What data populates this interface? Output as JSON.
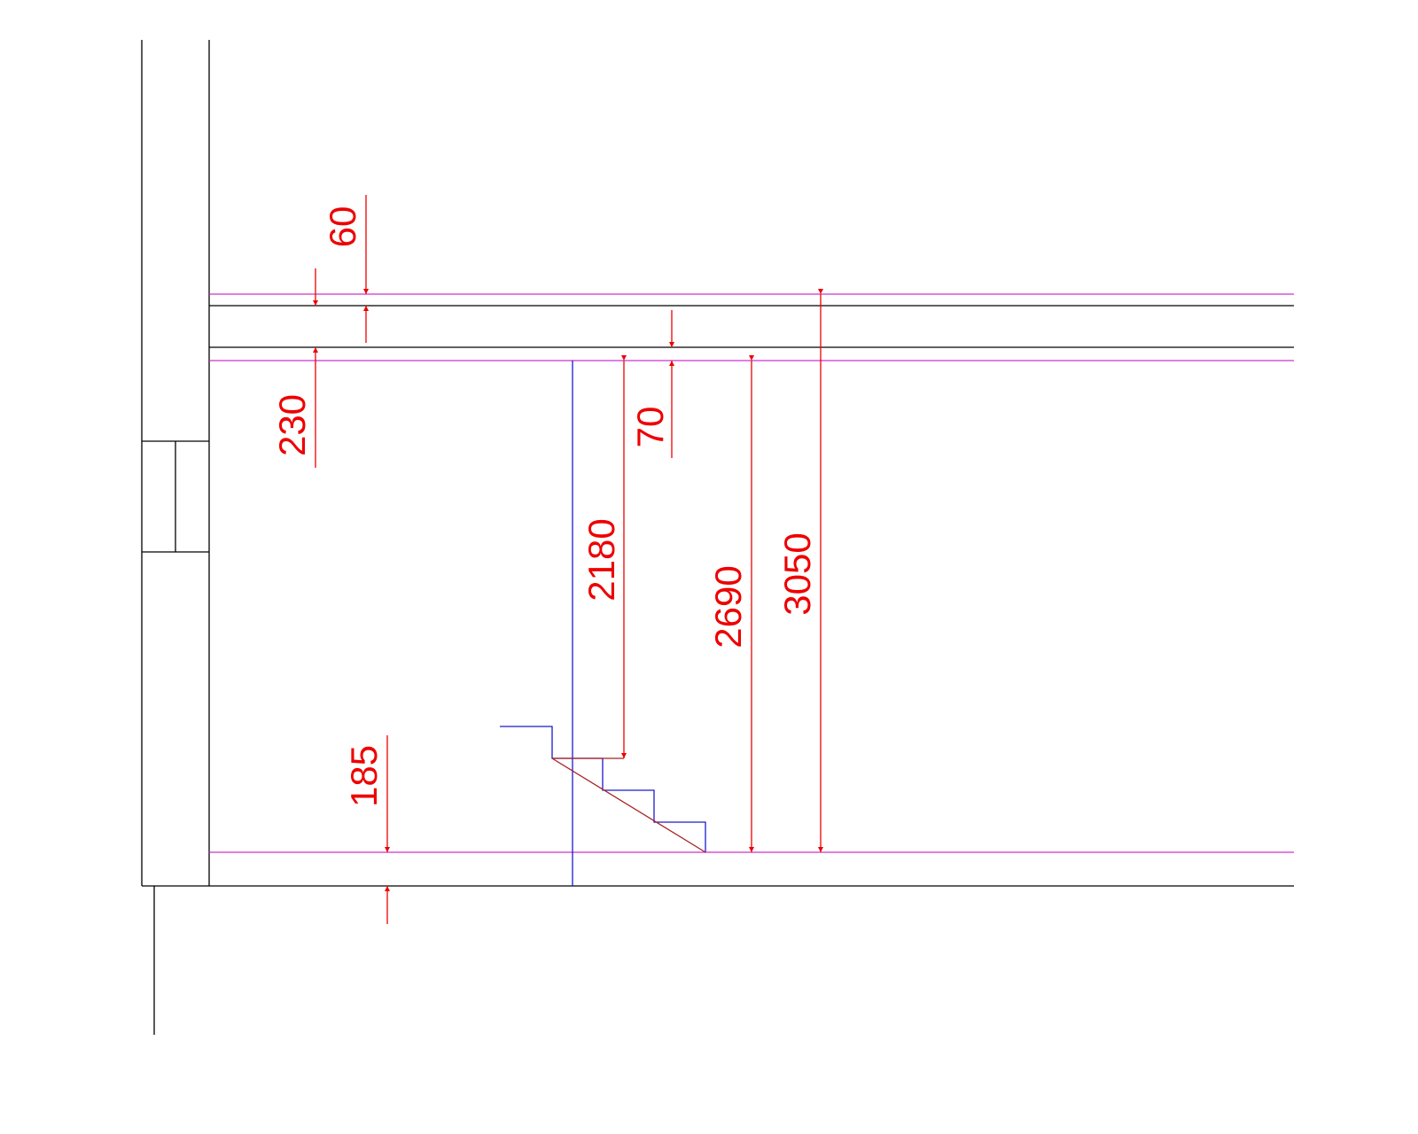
{
  "colors": {
    "structure": "#000000",
    "level_line": "#cc33cc",
    "stair": "#1a1acc",
    "dimension": "#ee0000",
    "background": "#ffffff"
  },
  "dimensions": {
    "d60": "60",
    "d230": "230",
    "d70": "70",
    "d2180": "2180",
    "d2690": "2690",
    "d3050": "3050",
    "d185": "185"
  }
}
